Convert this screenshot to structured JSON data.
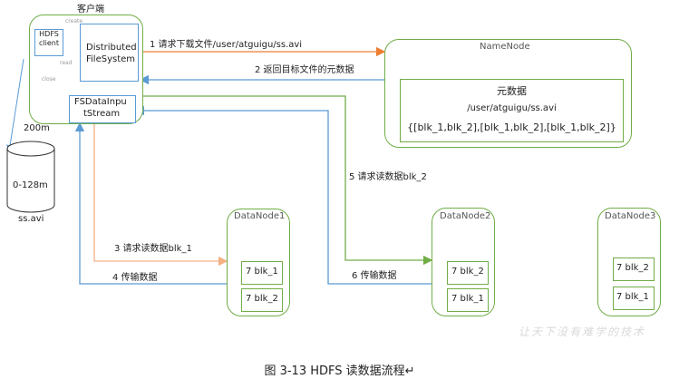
{
  "client": {
    "title": "客户端",
    "hdfs_client": "HDFS client",
    "dfs": "Distributed FileSystem",
    "fsdis_line1": "FSDataInpu",
    "fsdis_line2": "tStream",
    "create": "create",
    "read": "read",
    "close": "close"
  },
  "storage": {
    "size_top": "200m",
    "size_range": "0-128m",
    "filename": "ss.avi"
  },
  "namenode": {
    "title": "NameNode",
    "meta_title": "元数据",
    "path": "/user/atguigu/ss.avi",
    "blocks": "{[blk_1,blk_2],[blk_1,blk_2],[blk_1,blk_2]}"
  },
  "arrows": {
    "a1": "1 请求下载文件/user/atguigu/ss.avi",
    "a2": "2 返回目标文件的元数据",
    "a3": "3 请求读数据blk_1",
    "a4": "4 传输数据",
    "a5": "5 请求读数据blk_2",
    "a6": "6 传输数据"
  },
  "datanodes": [
    {
      "title": "DataNode1",
      "blocks": [
        "7 blk_1",
        "7 blk_2"
      ]
    },
    {
      "title": "DataNode2",
      "blocks": [
        "7 blk_2",
        "7 blk_1"
      ]
    },
    {
      "title": "DataNode3",
      "blocks": [
        "7 blk_2",
        "7 blk_1"
      ]
    }
  ],
  "watermark": "让天下没有难学的技术",
  "caption": "图 3-13    HDFS 读数据流程↵",
  "colors": {
    "orange": "#f4b183",
    "blue": "#5b9bd5",
    "green": "#70ad47",
    "red_arrow": "#ed7d31"
  }
}
